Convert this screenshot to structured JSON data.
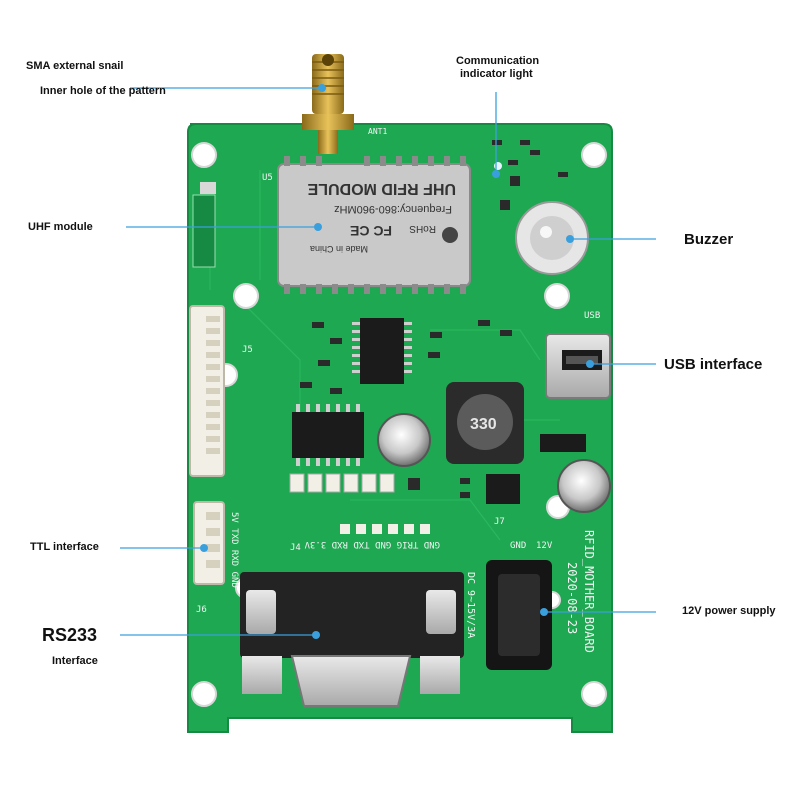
{
  "callouts": {
    "sma_line1": "SMA external snail",
    "sma_line2": "Inner hole of the pattern",
    "comm_line1": "Communication",
    "comm_line2": "indicator light",
    "uhf_module": "UHF module",
    "buzzer": "Buzzer",
    "usb": "USB interface",
    "ttl": "TTL interface",
    "rs233_title": "RS233",
    "rs233_sub": "Interface",
    "power": "12V power supply"
  },
  "board": {
    "module_made": "Made in China",
    "module_freq": "Frequency:860-960MHz",
    "module_name": "UHF RFID MODULE",
    "module_rohs": "RoHS",
    "module_fc": "FC CE",
    "inductor": "330",
    "silk_name": "RFID_MOTHER_BOARD",
    "silk_date": "2020-08-23",
    "silk_dc": "DC 9~15V/3A",
    "silk_pins": "GND TRIG GND TXD RXD 3.3V",
    "silk_ttl": "5V TXD RXD GND",
    "silk_j5": "J5",
    "silk_j4": "J4",
    "silk_j6": "J6",
    "silk_j7": "J7",
    "silk_u5": "U5",
    "silk_usb": "USB",
    "silk_12v": "12V",
    "silk_gnd": "GND",
    "silk_ant": "ANT1"
  },
  "colors": {
    "pcb": "#1ea852",
    "line": "#3aa0dd"
  }
}
